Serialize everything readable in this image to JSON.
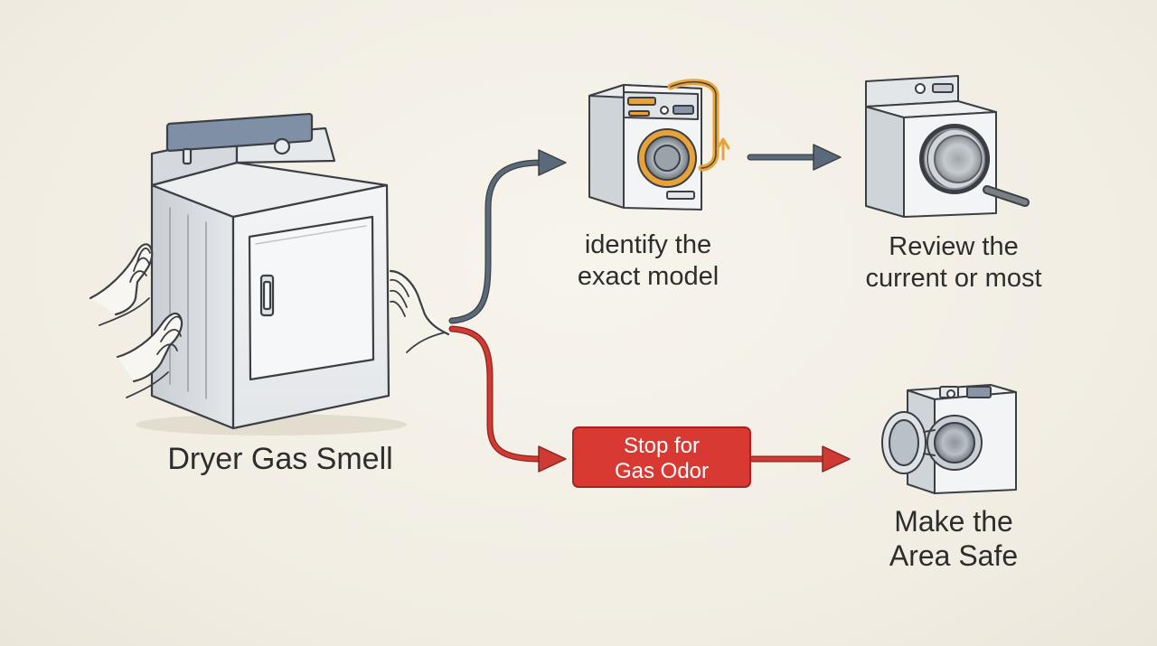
{
  "nodes": {
    "source": {
      "lines": [
        "Dryer Gas Smell"
      ],
      "icon": "gas-dryer-with-hands-icon"
    },
    "identify": {
      "lines": [
        "identify the",
        "exact model"
      ],
      "icon": "front-load-washer-icon"
    },
    "review": {
      "lines": [
        "Review the",
        "current or most"
      ],
      "icon": "washer-magnifier-icon"
    },
    "stop": {
      "lines": [
        "Stop for",
        "Gas Odor"
      ],
      "icon": ""
    },
    "safe": {
      "lines": [
        "Make the",
        "Area Safe"
      ],
      "icon": "open-door-washer-icon"
    }
  },
  "edges": [
    {
      "from": "source",
      "to": "identify",
      "color": "#5a6a7a"
    },
    {
      "from": "identify",
      "to": "review",
      "color": "#5a6a7a"
    },
    {
      "from": "source",
      "to": "stop",
      "color": "#cf3a32"
    },
    {
      "from": "stop",
      "to": "safe",
      "color": "#cf3a32"
    }
  ],
  "colors": {
    "neutral_arrow": "#5a6a7a",
    "warning": "#d83a33",
    "accent_orange": "#e8a23a",
    "background": "#f3efe6"
  }
}
